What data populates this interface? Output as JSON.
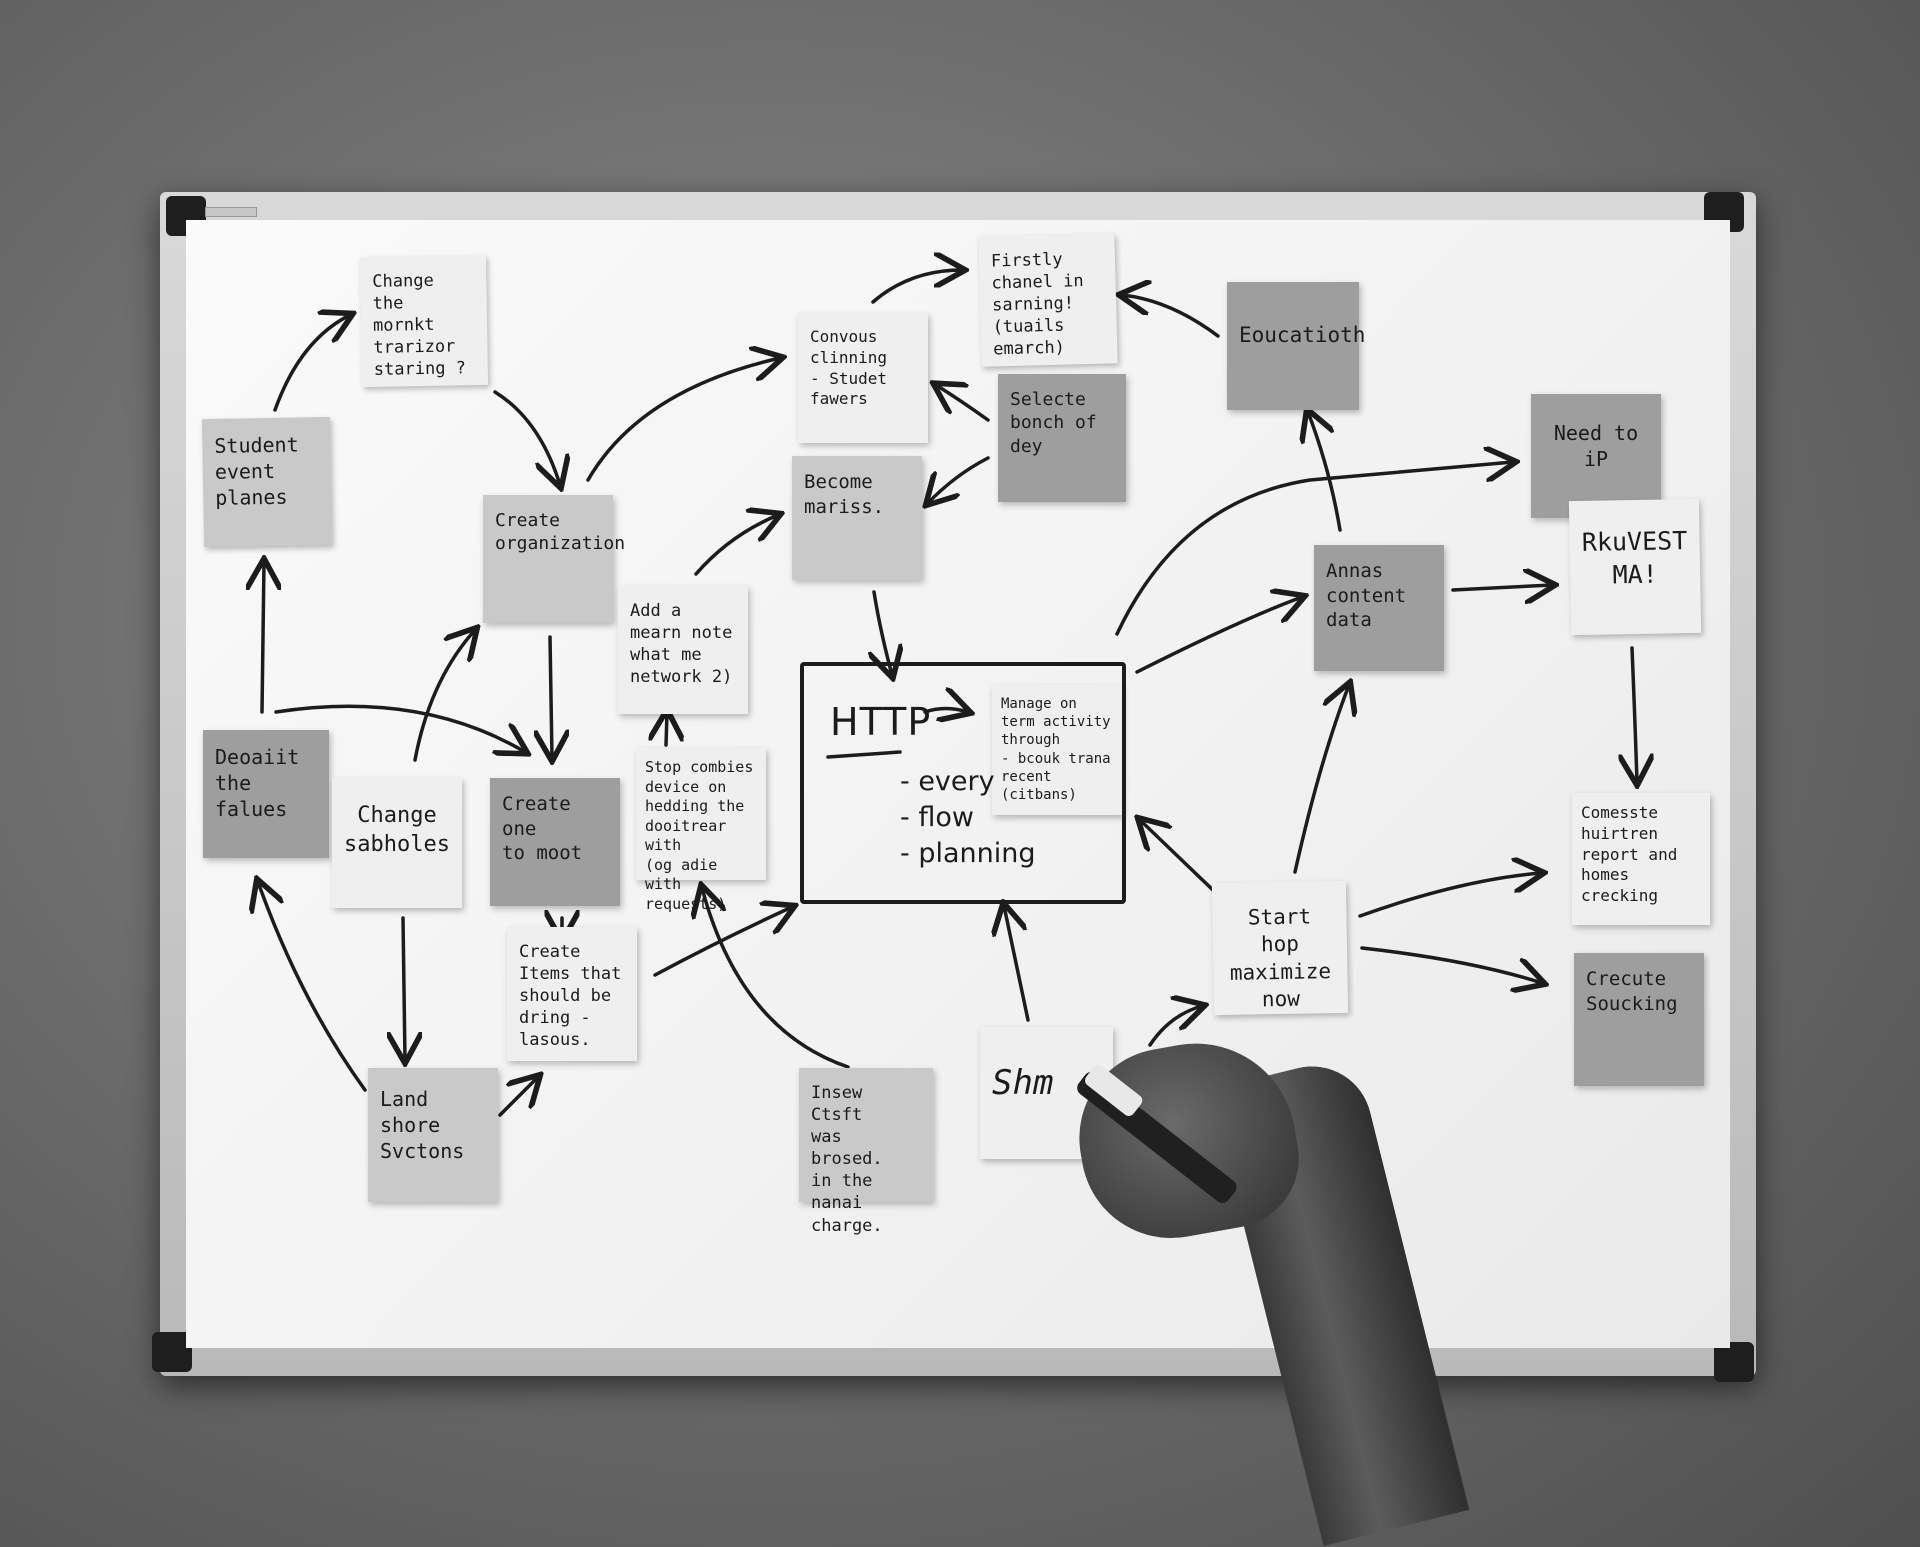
{
  "notes": {
    "student_event": "Student\nevent\nplanes",
    "change_market": "Change the\nmornkt\ntrarizor\nstaring ?",
    "create_org": "Create\norganization",
    "convous": "Convous\nclinning\n- Studet\nfawers",
    "firstly": "Firstly\nchanel in\nsarning!\n(tuails emarch)",
    "selecte": "Selecte\nbonch of dey",
    "education": "Eoucatioth",
    "become": "Become\nmariss.",
    "need_to": "Need to\niP",
    "add_note": "Add a\nmearn note\nwhat me\nnetwork 2)",
    "annas": "Annas\ncontent\ndata",
    "invest": "RkuVEST\nMA!",
    "deoaiit": "Deoaiit\nthe\nfalues",
    "change_sabholes": "Change\nsabholes",
    "create_one": "Create one\nto moot",
    "stop_combies": "Stop combies\ndevice on\nhedding the\ndooitrear with\n(og adie with\nrequests)",
    "manage_on": "Manage on\nterm activity\nthrough\n- bcouk trana\nrecent (citbans)",
    "comesste": "Comesste\nhuirtren\nreport and\nhomes\ncrecking",
    "start_hop": "Start hop\nmaximize\nnow",
    "create_items": "Create\nItems that\nshould be\ndring -lasous.",
    "land_shore": "Land\nshore\nSvctons",
    "insew": "Insew Ctsft\nwas brosed.\nin the nanai\ncharge.",
    "crecute": "Crecute\nSoucking",
    "scribble": "Shm"
  },
  "flow_box": {
    "title": "HTTP",
    "items": [
      "- every",
      "- flow",
      "- planning"
    ]
  }
}
